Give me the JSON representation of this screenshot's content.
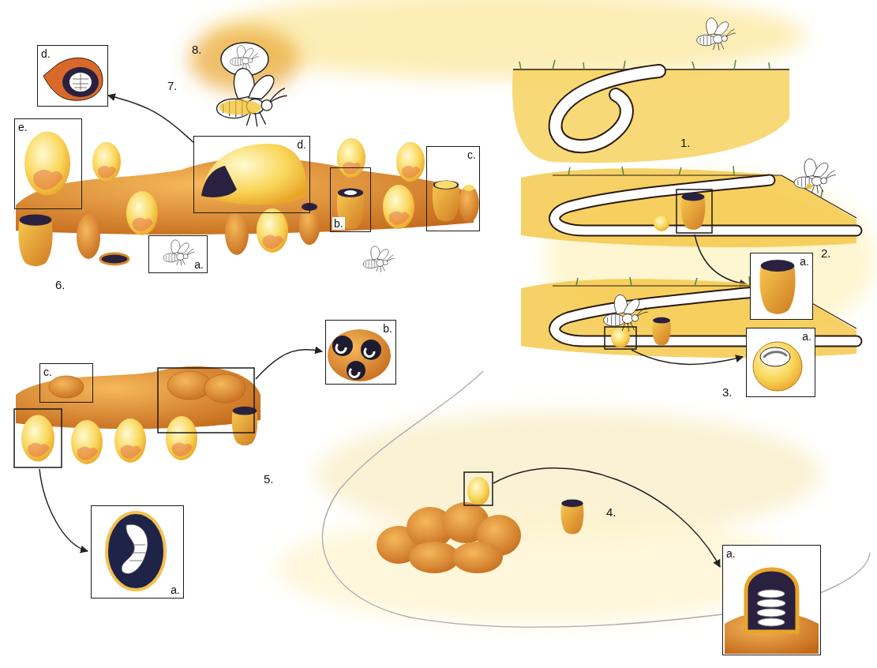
{
  "diagram": {
    "nodes": [
      {
        "text": [
          "d."
        ]
      },
      {
        "text": [
          "e."
        ]
      },
      {
        "text": [
          "d."
        ]
      },
      {
        "text": [
          "b."
        ]
      },
      {
        "text": [
          "c."
        ]
      },
      {
        "text": [
          "a."
        ]
      },
      {
        "text": [
          "a."
        ]
      },
      {
        "text": [
          "a."
        ]
      },
      {
        "text": [
          "c."
        ]
      },
      {
        "text": [
          "b."
        ]
      },
      {
        "text": [
          "a."
        ]
      },
      {
        "text": [
          "a."
        ]
      }
    ],
    "edges": [
      {
        "from": 2,
        "to": 0,
        "arrow": "to"
      }
    ],
    "labels": [
      "1.",
      "2.",
      "3.",
      "4.",
      "5.",
      "6.",
      "7.",
      "8."
    ]
  }
}
